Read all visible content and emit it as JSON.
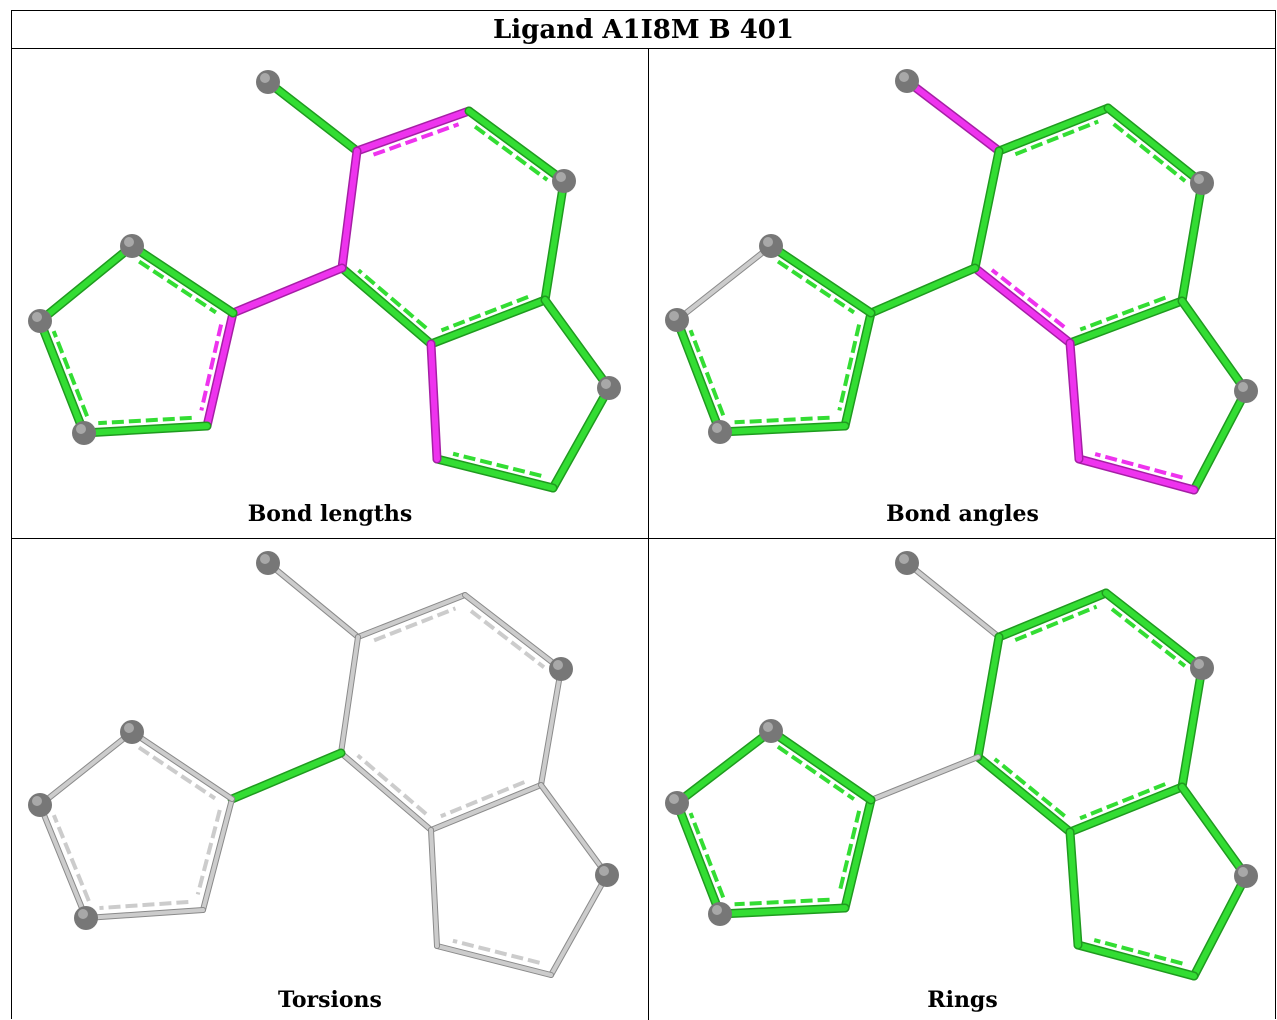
{
  "title": "Ligand A1I8M B 401",
  "colors": {
    "ok": "#33dd33",
    "outlier": "#ee33ee",
    "neutral": "#cccccc",
    "atom": "#777777"
  },
  "panels": [
    {
      "caption": "Bond lengths",
      "bonds": [
        "green",
        "magenta",
        "green",
        "green",
        "green",
        "magenta",
        "green",
        "green",
        "green",
        "magenta",
        "magenta",
        "magenta",
        "green",
        "green",
        "green",
        "green"
      ]
    },
    {
      "caption": "Bond angles",
      "bonds": [
        "magenta",
        "green",
        "green",
        "green",
        "magenta",
        "green",
        "green",
        "green",
        "magenta",
        "magenta",
        "green",
        "green",
        "green",
        "green",
        "gray",
        "green"
      ]
    },
    {
      "caption": "Torsions",
      "bonds": [
        "gray",
        "gray",
        "gray",
        "gray",
        "gray",
        "gray",
        "gray",
        "gray",
        "gray",
        "gray",
        "green",
        "gray",
        "gray",
        "gray",
        "gray",
        "gray"
      ]
    },
    {
      "caption": "Rings",
      "bonds": [
        "gray",
        "green",
        "green",
        "green",
        "green",
        "green",
        "green",
        "green",
        "green",
        "green",
        "gray",
        "green",
        "green",
        "green",
        "green",
        "green"
      ]
    }
  ]
}
